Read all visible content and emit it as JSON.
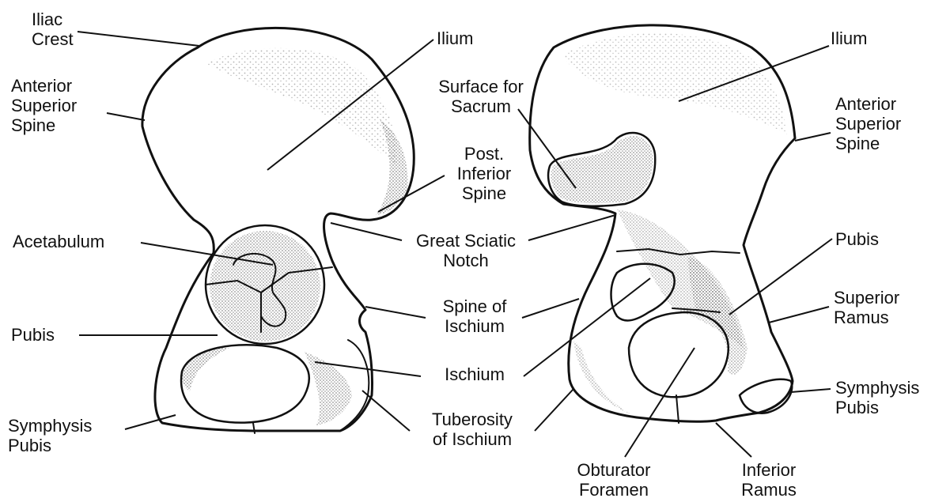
{
  "left_view": {
    "iliac_crest": [
      "Iliac",
      "Crest"
    ],
    "ilium": "Ilium",
    "anterior_superior_spine": [
      "Anterior",
      "Superior",
      "Spine"
    ],
    "post_inferior_spine": [
      "Post.",
      "Inferior",
      "Spine"
    ],
    "acetabulum": "Acetabulum",
    "great_sciatic_notch": [
      "Great Sciatic",
      "Notch"
    ],
    "pubis": "Pubis",
    "spine_of_ischium": [
      "Spine of",
      "Ischium"
    ],
    "ischium": "Ischium",
    "symphysis_pubis": [
      "Symphysis",
      "Pubis"
    ],
    "tuberosity_of_ischium": [
      "Tuberosity",
      "of Ischium"
    ]
  },
  "right_view": {
    "ilium": "Ilium",
    "surface_for_sacrum": [
      "Surface for",
      "Sacrum"
    ],
    "anterior_superior_spine": [
      "Anterior",
      "Superior",
      "Spine"
    ],
    "pubis": "Pubis",
    "superior_ramus": [
      "Superior",
      "Ramus"
    ],
    "symphysis_pubis": [
      "Symphysis",
      "Pubis"
    ],
    "obturator_foramen": [
      "Obturator",
      "Foramen"
    ],
    "inferior_ramus": [
      "Inferior",
      "Ramus"
    ]
  },
  "colors": {
    "ink": "#111111",
    "paper": "#ffffff"
  }
}
